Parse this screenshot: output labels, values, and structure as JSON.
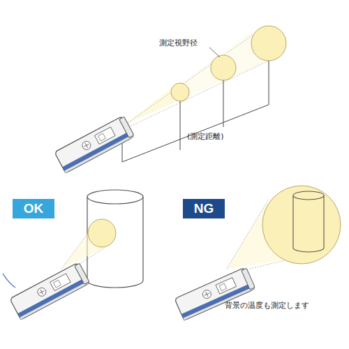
{
  "diagram": {
    "nodes": [
      {
        "text": [
          "OK"
        ]
      },
      {
        "text": [
          "NG"
        ]
      }
    ],
    "labels": [
      "測定視野径",
      "(測定距離)",
      "背景の温度も測定します"
    ]
  }
}
